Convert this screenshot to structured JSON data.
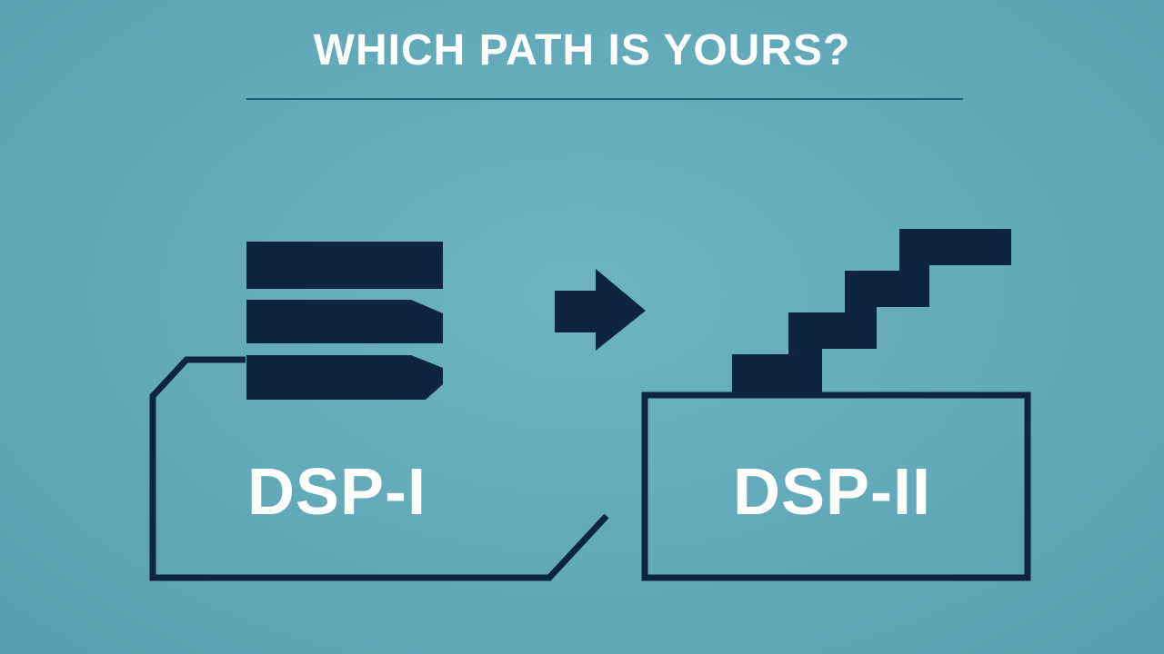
{
  "title": "WHICH PATH IS YOURS?",
  "options": [
    {
      "label": "DSP-I",
      "icon": "stacked-layers-icon"
    },
    {
      "label": "DSP-II",
      "icon": "staircase-icon"
    }
  ],
  "connector_icon": "arrow-right-icon",
  "colors": {
    "background": "#62a9b9",
    "dark": "#0f2440",
    "text": "#ffffff",
    "divider": "#1f5b72"
  }
}
